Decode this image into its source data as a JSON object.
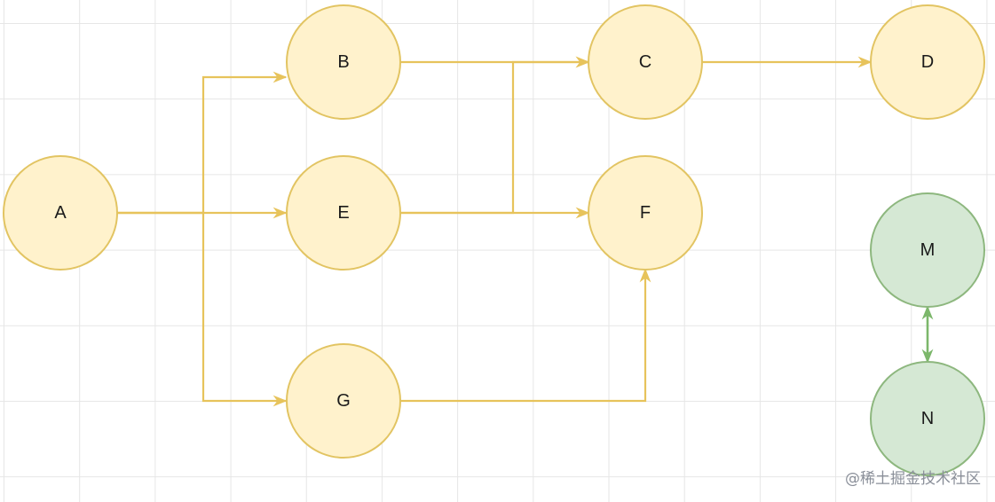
{
  "diagram": {
    "colors": {
      "yellow_fill": "#fff2cc",
      "yellow_stroke": "#e2c462",
      "yellow_edge": "#e7c35b",
      "green_fill": "#d5e8d4",
      "green_stroke": "#8db77e",
      "green_edge": "#7cb76b"
    },
    "nodes": [
      {
        "id": "A",
        "label": "A",
        "group": "yellow"
      },
      {
        "id": "B",
        "label": "B",
        "group": "yellow"
      },
      {
        "id": "C",
        "label": "C",
        "group": "yellow"
      },
      {
        "id": "D",
        "label": "D",
        "group": "yellow"
      },
      {
        "id": "E",
        "label": "E",
        "group": "yellow"
      },
      {
        "id": "F",
        "label": "F",
        "group": "yellow"
      },
      {
        "id": "G",
        "label": "G",
        "group": "yellow"
      },
      {
        "id": "M",
        "label": "M",
        "group": "green"
      },
      {
        "id": "N",
        "label": "N",
        "group": "green"
      }
    ],
    "edges": [
      {
        "from": "A",
        "to": "B",
        "direction": "forward"
      },
      {
        "from": "A",
        "to": "E",
        "direction": "forward"
      },
      {
        "from": "A",
        "to": "G",
        "direction": "forward"
      },
      {
        "from": "B",
        "to": "C",
        "direction": "forward"
      },
      {
        "from": "E",
        "to": "C",
        "direction": "forward"
      },
      {
        "from": "E",
        "to": "F",
        "direction": "forward"
      },
      {
        "from": "C",
        "to": "D",
        "direction": "forward"
      },
      {
        "from": "G",
        "to": "F",
        "direction": "forward"
      },
      {
        "from": "M",
        "to": "N",
        "direction": "both"
      }
    ]
  },
  "watermark": "@稀土掘金技术社区"
}
